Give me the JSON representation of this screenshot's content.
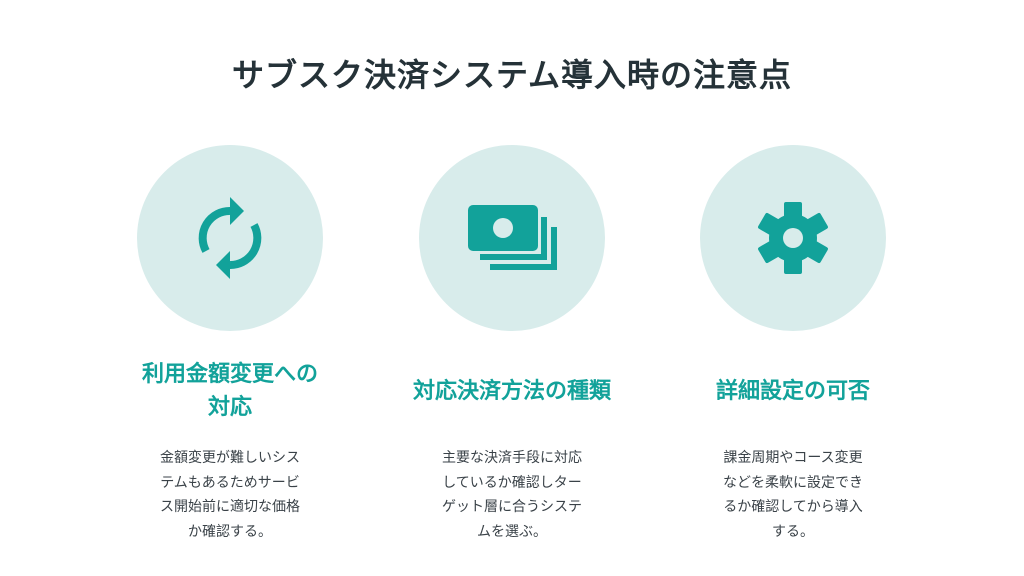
{
  "title": "サブスク決済システム導入時の注意点",
  "colors": {
    "accent": "#12a29a",
    "circle_bg": "#d8eceb",
    "title": "#253238",
    "text": "#3a4248"
  },
  "cards": [
    {
      "icon": "refresh-icon",
      "heading_lines": [
        "利用金額変更への",
        "対応"
      ],
      "desc_lines": [
        "金額変更が難しいシス",
        "テムもあるためサービ",
        "ス開始前に適切な価格",
        "か確認する。"
      ]
    },
    {
      "icon": "money-icon",
      "heading_lines": [
        "対応決済方法の種類"
      ],
      "desc_lines": [
        "主要な決済手段に対応",
        "しているか確認しター",
        "ゲット層に合うシステ",
        "ムを選ぶ。"
      ]
    },
    {
      "icon": "gear-icon",
      "heading_lines": [
        "詳細設定の可否"
      ],
      "desc_lines": [
        "課金周期やコース変更",
        "などを柔軟に設定でき",
        "るか確認してから導入",
        "する。"
      ]
    }
  ]
}
